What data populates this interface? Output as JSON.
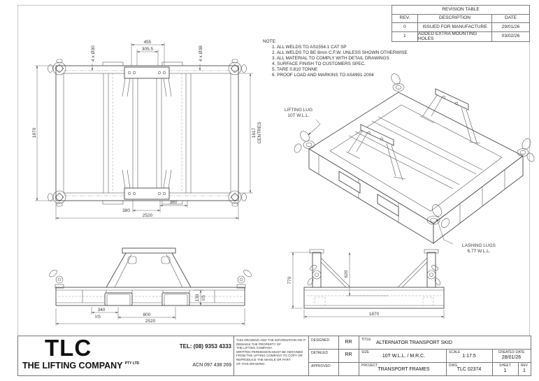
{
  "revision_table": {
    "title": "REVISION TABLE",
    "headers": {
      "rev": "REV.",
      "description": "DESCRIPTION",
      "date": "DATE"
    },
    "rows": [
      {
        "rev": "0",
        "description": "ISSUED FOR MANUFACTURE",
        "date": "29/01/26"
      },
      {
        "rev": "1",
        "description": "ADDED EXTRA MOUNTING HOLES",
        "date": "03/02/26"
      }
    ]
  },
  "notes": {
    "heading": "NOTE:",
    "items": [
      "1. ALL WELDS TO AS1554.1 CAT SP",
      "2. ALL WELDS TO BE 8mm C.F.W. UNLESS SHOWN OTHERWISE",
      "3. ALL MATERIAL TO COMPLY WITH DETAIL DRAWINGS",
      "4. SURFACE FINISH TO CUSTOMERS SPEC.",
      "5. TARE 0.810 TONNE",
      "6. PROOF LOAD AND MARKINS TO AS4991-2004"
    ]
  },
  "plan_view": {
    "dims": {
      "top_outer": "455",
      "top_inner": "305.5",
      "holes_small": "4 x Ø30",
      "holes_large": "4 x Ø38",
      "height": "1870",
      "centres_value": "1617",
      "centres_word": "CENTRES",
      "bottom_left": "380",
      "bottom_right": "380",
      "width": "2520"
    }
  },
  "iso_view": {
    "lifting_lug_line1": "LIFTING LUG",
    "lifting_lug_line2": "10T W.L.L.",
    "lashing_lugs_line1": "LASHING LUGS",
    "lashing_lugs_line2": "6.7T W.L.L."
  },
  "side_view": {
    "dims": {
      "pocket_inside": "340",
      "is_label": "I/S",
      "pocket_centres": "800",
      "depth_inside": "130",
      "depth_is_label": "I/S",
      "width": "2520"
    }
  },
  "end_view": {
    "dims": {
      "overall_height": "770",
      "lug_height": "620",
      "width": "1870"
    }
  },
  "title_block": {
    "company": {
      "logo": "TLC",
      "name": "THE LIFTING COMPANY",
      "suffix": "PTY LTD",
      "tel": "TEL: (08) 9353 4333",
      "acn": "ACN 097 438 269"
    },
    "disclaimer": "THIS DRAWING AND THE INFORMATION ON IT\nREMAINS THE PROPERTY OF\nTHE LIFTING COMPANY.\nWRITTEN PERMISSION MUST BE OBTAINED\nFROM THE LIFTING COMPANY TO COPY OR\nREPRODUCE THE WHOLE OR PART\nOF THIS DRAWING.",
    "designed_label": "DESIGNED",
    "designed_value": "RR",
    "detailed_label": "DETAILED",
    "detailed_value": "RR",
    "approved_label": "APPROVED",
    "approved_value": "",
    "title_label": "TITLE",
    "title_value": "ALTERNATOR TRANSPORT SKID",
    "size_label": "SIZE",
    "size_value": "10T W.L.L. / M.R.C.",
    "scale_label": "SCALE",
    "scale_value": "1:17.5",
    "created_label": "CREATED DATE",
    "created_value": "28/01/26",
    "project_label": "PROJECT",
    "project_value": "TRANSPORT FRAMES",
    "dwg_label": "DWG",
    "dwg_value": "TLC 02374",
    "sheet_label": "SHEET",
    "sheet_value": "1",
    "rev_label": "REV",
    "rev_value": "1"
  }
}
